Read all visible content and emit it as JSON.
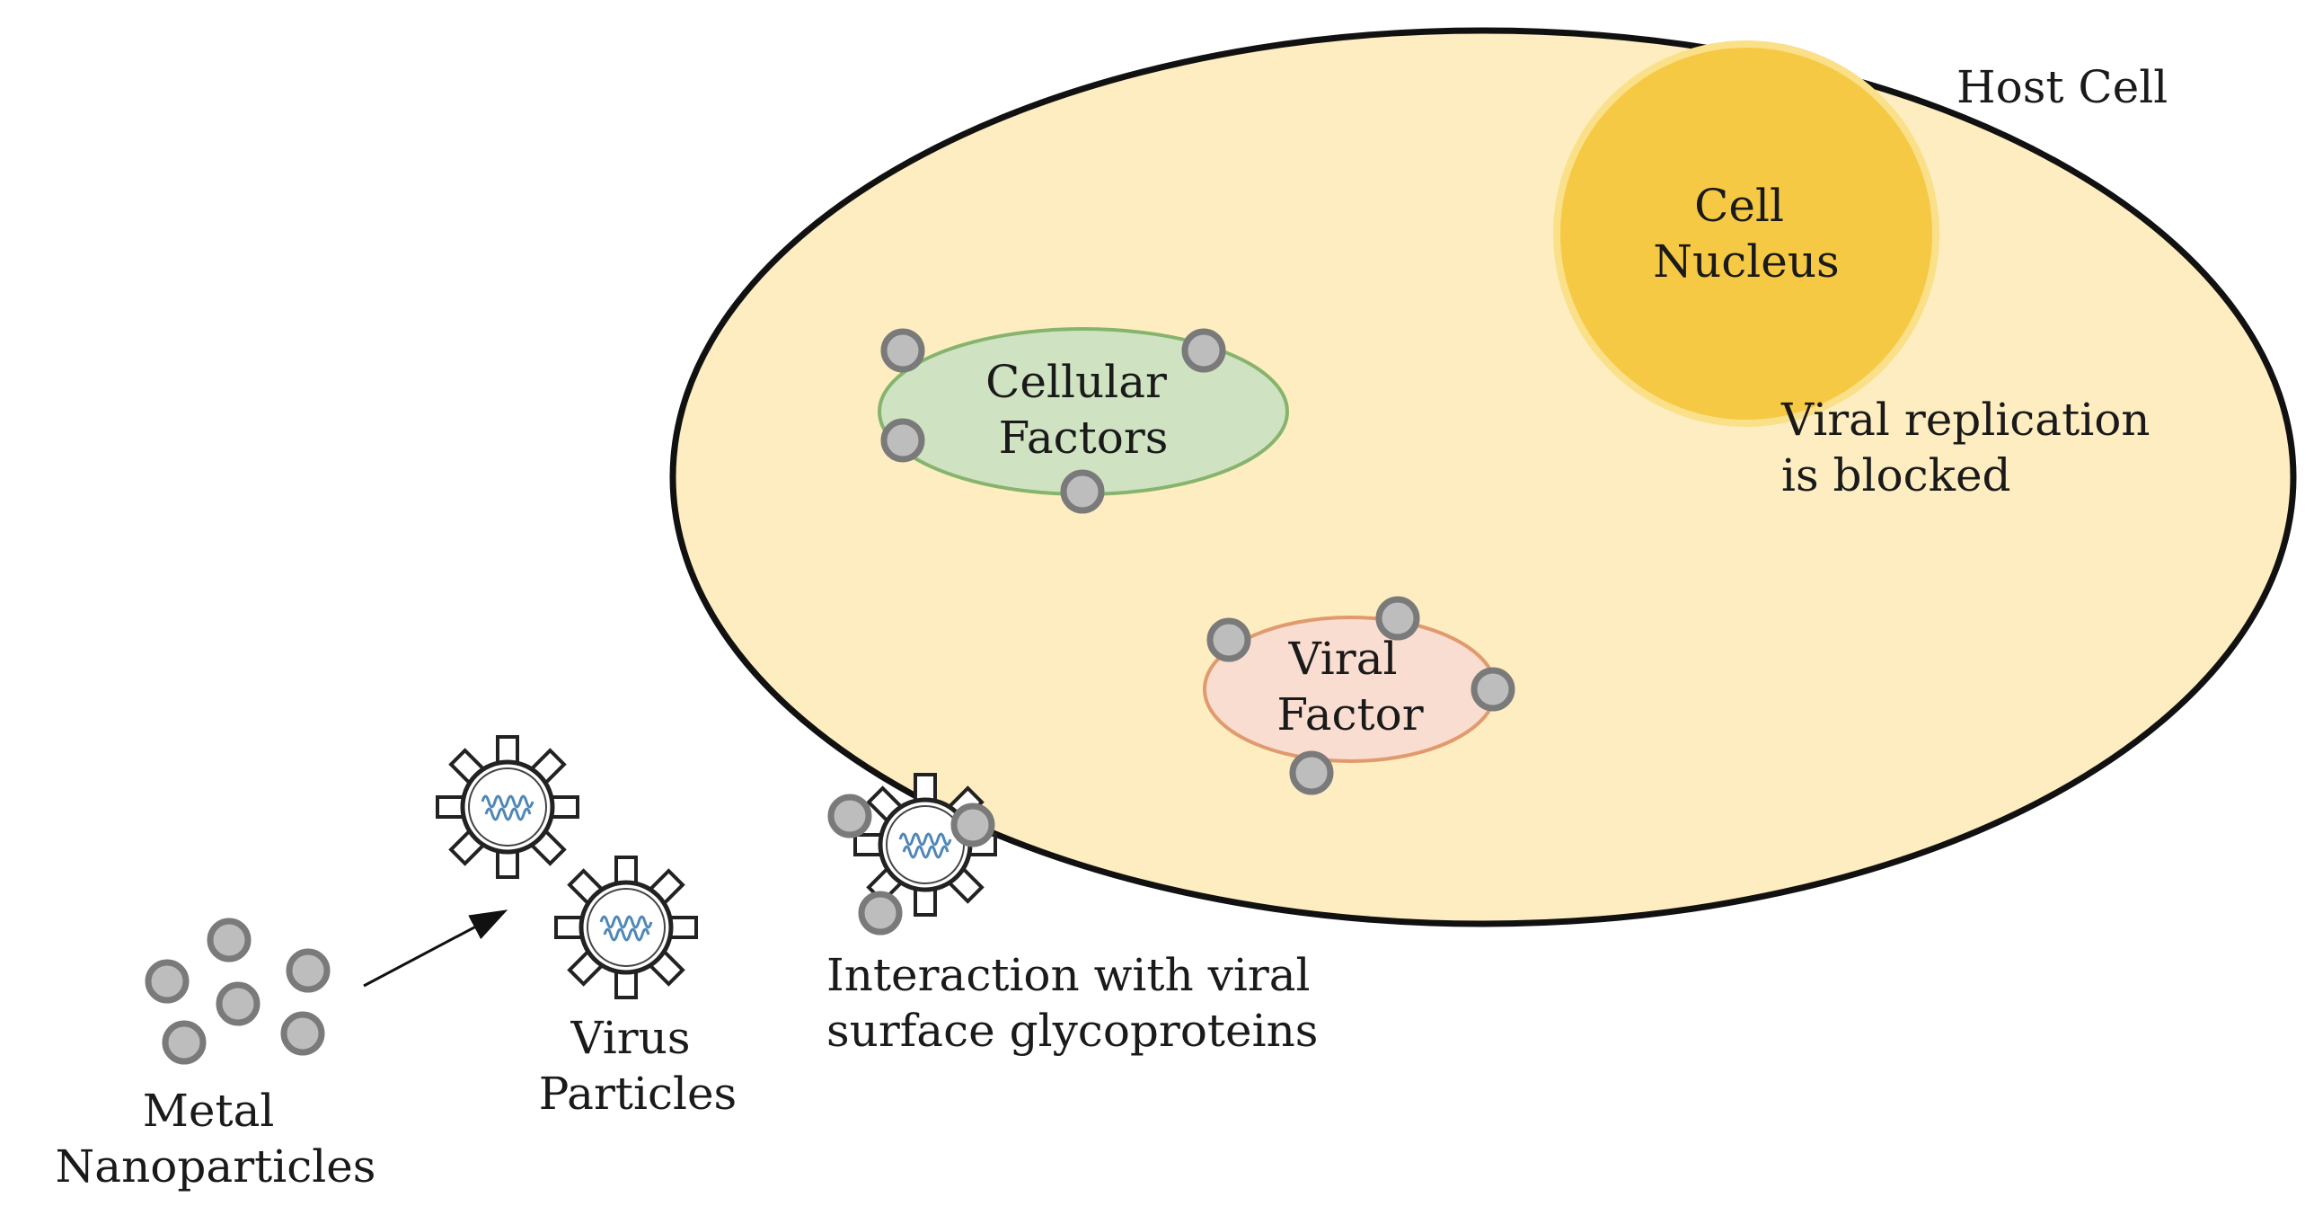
{
  "labels": {
    "host_cell": "Host Cell",
    "nucleus": [
      "Cell",
      "Nucleus"
    ],
    "cellular_factors": [
      "Cellular",
      "Factors"
    ],
    "viral_factor": [
      "Viral",
      "Factor"
    ],
    "replication": [
      "Viral replication",
      "is blocked"
    ],
    "interaction": [
      "Interaction with viral",
      "surface glycoproteins"
    ],
    "virus_particles": [
      "Virus",
      "Particles"
    ],
    "metal_nanoparticles": [
      "Metal",
      "Nanoparticles"
    ]
  },
  "colors": {
    "cell_fill": "#fdedc0",
    "cell_stroke": "#111111",
    "nucleus_fill": "#f6c945",
    "nucleus_stroke": "#fbe08a",
    "cellular_fill": "#cfe3c2",
    "cellular_stroke": "#87b46d",
    "viral_fill": "#f9ddd0",
    "viral_stroke": "#e09a6e",
    "nanoparticle_fill": "#bdbdbd",
    "nanoparticle_stroke": "#7a7a7a",
    "virus_rna": "#4f87b8"
  },
  "icons": {
    "nanoparticle": "nanoparticle-icon",
    "virus": "virus-particle-icon",
    "arrow": "arrow-icon"
  }
}
